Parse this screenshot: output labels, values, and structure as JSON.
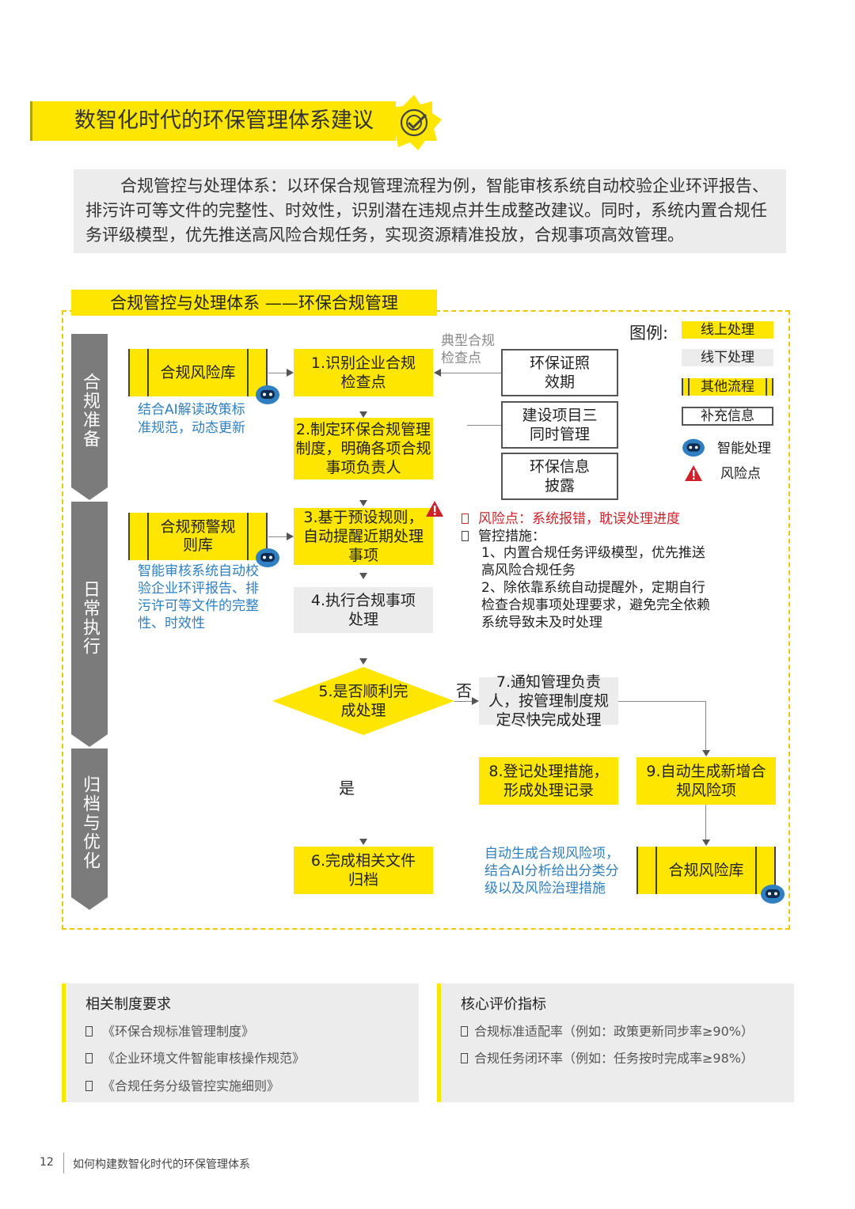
{
  "section_title": "数智化时代的环保管理体系建议",
  "intro": "合规管控与处理体系：以环保合规管理流程为例，智能审核系统自动校验企业环评报告、排污许可等文件的完整性、时效性，识别潜在违规点并生成整改建议。同时，系统内置合规任务评级模型，优先推送高风险合规任务，实现资源精准投放，合规事项高效管理。",
  "diagram": {
    "title": "合规管控与处理体系 ——环保合规管理",
    "phases": [
      "合规准备",
      "日常执行",
      "归档与优化"
    ],
    "legend": {
      "label": "图例:",
      "online": "线上处理",
      "offline": "线下处理",
      "other": "其他流程",
      "supplement": "补充信息",
      "ai": "智能处理",
      "risk": "风险点"
    },
    "db1": "合规风险库",
    "db1_note": "结合AI解读政策标准规范，动态更新",
    "db2": "合规预警规则库",
    "db2_note": "智能审核系统自动校验企业环评报告、排污许可等文件的完整性、时效性",
    "db3": "合规风险库",
    "db3_note": "自动生成合规风险项，结合AI分析给出分类分级以及风险治理措施",
    "check_label": "典型合规检查点",
    "checks": [
      "环保证照效期",
      "建设项目三同时管理",
      "环保信息披露"
    ],
    "steps": {
      "s1": "1.识别企业合规检查点",
      "s2": "2.制定环保合规管理制度，明确各项合规事项负责人",
      "s3": "3.基于预设规则，自动提醒近期处理事项",
      "s4": "4.执行合规事项处理",
      "s5": "5.是否顺利完成处理",
      "s6": "6.完成相关文件归档",
      "s7": "7.通知管理负责人，按管理制度规定尽快完成处理",
      "s8": "8.登记处理措施，形成处理记录",
      "s9": "9.自动生成新增合规风险项"
    },
    "yes": "是",
    "no": "否",
    "risk_note": "风险点：系统报错，耽误处理进度",
    "control_title": "管控措施：",
    "control_1": "1、内置合规任务评级模型，优先推送高风险合规任务",
    "control_2": "2、除依靠系统自动提醒外，定期自行检查合规事项处理要求，避免完全依赖系统导致未及时处理"
  },
  "requirements": {
    "title": "相关制度要求",
    "items": [
      "《环保合规标准管理制度》",
      "《企业环境文件智能审核操作规范》",
      "《合规任务分级管控实施细则》"
    ]
  },
  "kpi": {
    "title": "核心评价指标",
    "items": [
      "合规标准适配率（例如：政策更新同步率≥90%）",
      "合规任务闭环率（例如：任务按时完成率≥98%）"
    ]
  },
  "footer": {
    "page": "12",
    "title": "如何构建数智化时代的环保管理体系"
  },
  "colors": {
    "accent": "#ffe600",
    "grey": "#ececec",
    "phase": "#7b7b7b",
    "blue": "#2f7fc1",
    "red": "#d0212a"
  }
}
